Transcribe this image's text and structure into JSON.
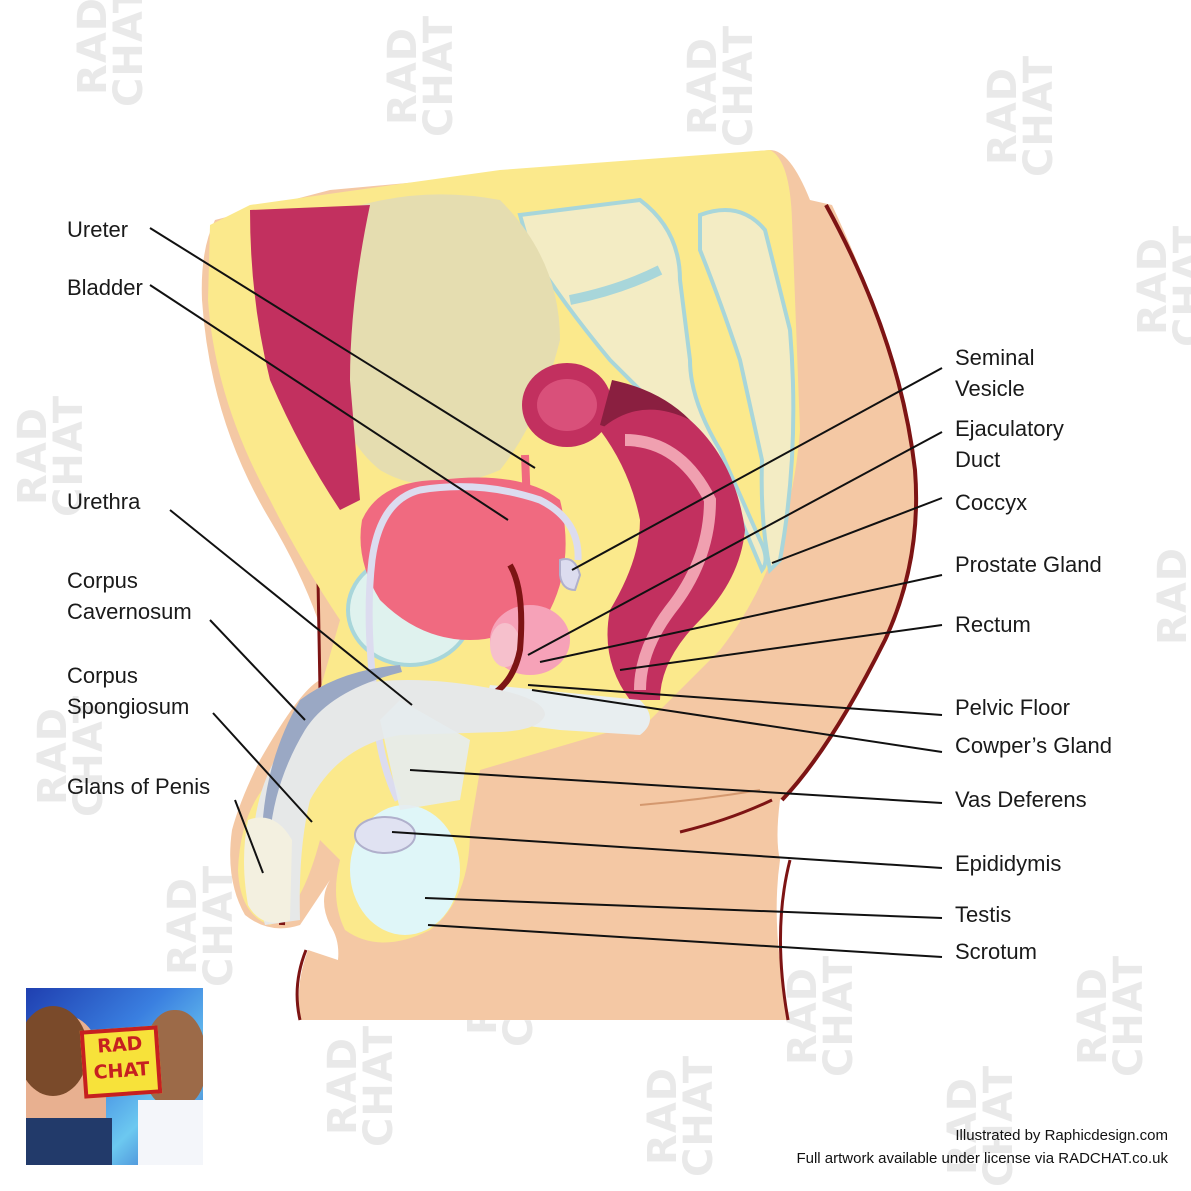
{
  "labels": {
    "ureter": "Ureter",
    "bladder": "Bladder",
    "urethra": "Urethra",
    "corpus_cavernosum": [
      "Corpus",
      "Cavernosum"
    ],
    "corpus_spongiosum": [
      "Corpus",
      "Spongiosum"
    ],
    "glans_of_penis": "Glans of Penis",
    "seminal_vesicle": [
      "Seminal",
      "Vesicle"
    ],
    "ejaculatory_duct": [
      "Ejaculatory",
      "Duct"
    ],
    "coccyx": "Coccyx",
    "prostate_gland": "Prostate Gland",
    "rectum": "Rectum",
    "pelvic_floor": "Pelvic Floor",
    "cowpers_gland": "Cowper’s Gland",
    "vas_deferens": "Vas Deferens",
    "epididymis": "Epididymis",
    "testis": "Testis",
    "scrotum": "Scrotum"
  },
  "watermark": [
    "RAD",
    "CHAT"
  ],
  "credits": {
    "line1": "Illustrated by Raphicdesign.com",
    "line2": "Full artwork available under license via RADCHAT.co.uk"
  },
  "logo_photo": {
    "sign_top": "RAD",
    "sign_bottom": "CHAT"
  },
  "colors": {
    "skin": "#f4c8a4",
    "skin_outline": "#8a1a1a",
    "fat": "#fbe98c",
    "bone": "#f3ecc4",
    "muscle": "#c2305f",
    "bladder": "#f06a80",
    "pink_organ": "#f6a2b8",
    "leader_line": "#111111"
  }
}
